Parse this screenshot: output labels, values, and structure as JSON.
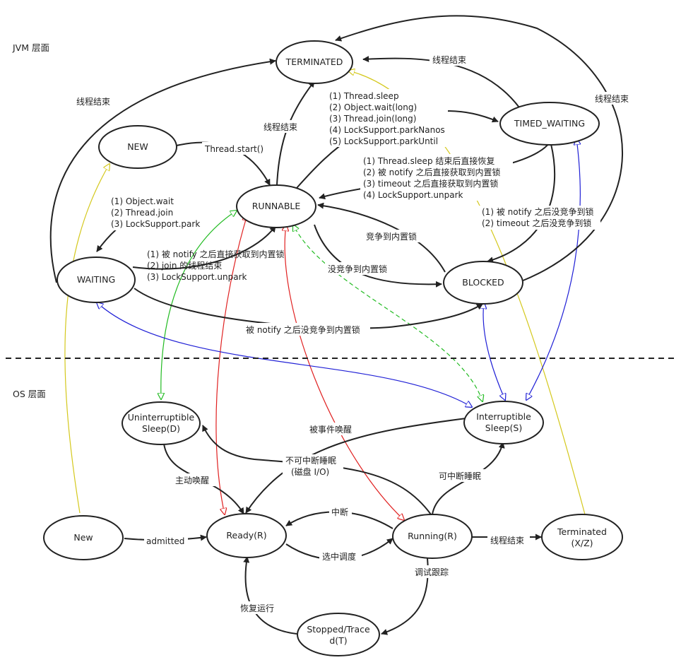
{
  "layers": {
    "jvm": "JVM 层面",
    "os": "OS 层面"
  },
  "states": {
    "terminated": "TERMINATED",
    "timed_waiting": "TIMED_WAITING",
    "new": "NEW",
    "runnable": "RUNNABLE",
    "waiting": "WAITING",
    "blocked": "BLOCKED",
    "uninterruptible": [
      "Uninterruptible",
      "Sleep(D)"
    ],
    "interruptible": [
      "Interruptible",
      "Sleep(S)"
    ],
    "os_new": "New",
    "ready": "Ready(R)",
    "running": "Running(R)",
    "os_terminated": [
      "Terminated",
      "(X/Z)"
    ],
    "stopped": [
      "Stopped/Trace",
      "d(T)"
    ]
  },
  "labels": {
    "thread_end": "线程结束",
    "thread_start": "Thread.start()",
    "to_timed_waiting": [
      "(1) Thread.sleep",
      "(2) Object.wait(long)",
      "(3) Thread.join(long)",
      "(4) LockSupport.parkNanos",
      "(5) LockSupport.parkUntil"
    ],
    "timed_waiting_to_runnable": [
      "(1) Thread.sleep 结束后直接恢复",
      "(2) 被 notify 之后直接获取到内置锁",
      "(3) timeout 之后直接获取到内置锁",
      "(4) LockSupport.unpark"
    ],
    "timed_waiting_to_blocked": [
      "(1) 被 notify 之后没竞争到锁",
      "(2) timeout 之后没竞争到锁"
    ],
    "to_waiting": [
      "(1) Object.wait",
      "(2) Thread.join",
      "(3) LockSupport.park"
    ],
    "waiting_to_runnable": [
      "(1) 被 notify 之后直接获取到内置锁",
      "(2) join 的线程结束",
      "(3) LockSupport.unpark"
    ],
    "compete_lock": "竞争到内置锁",
    "no_compete_lock": "没竞争到内置锁",
    "waiting_to_blocked": "被 notify 之后没竞争到内置锁",
    "woken_by_event": "被事件唤醒",
    "uninterruptible_sleep": [
      "不可中断睡眠",
      "(磁盘 I/O)"
    ],
    "interruptible_sleep": "可中断睡眠",
    "active_wake": "主动唤醒",
    "admitted": "admitted",
    "interrupt": "中断",
    "schedule": "选中调度",
    "os_thread_end": "线程结束",
    "debug_trace": "调试跟踪",
    "resume": "恢复运行"
  },
  "colors": {
    "stroke": "#222222",
    "yellow": "#d4c81c",
    "red": "#e02020",
    "green": "#22bb22",
    "blue": "#1f1fd6"
  }
}
